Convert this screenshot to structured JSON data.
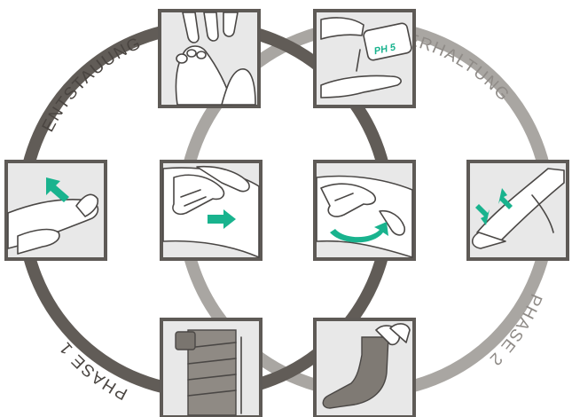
{
  "colors": {
    "ring_dark": "#615c57",
    "ring_light": "#a9a6a2",
    "frame": "#5e5a56",
    "panel": "#e8e8e8",
    "accent": "#19b38e",
    "label_dark": "#4a4541",
    "label_light": "#8f8b87"
  },
  "labels": {
    "entstauung": "ENTSTAUUNG",
    "erhaltung": "ERHALTUNG",
    "phase1": "PHASE 1",
    "phase2": "PHASE 2",
    "bottle": "PH 5"
  },
  "panels": [
    {
      "id": "foot-massage",
      "icon": "foot-massage-icon"
    },
    {
      "id": "skin-care",
      "icon": "lotion-bottle-icon"
    },
    {
      "id": "leg-lymph-drainage",
      "icon": "leg-drainage-icon"
    },
    {
      "id": "thigh-massage",
      "icon": "thigh-push-icon"
    },
    {
      "id": "circular-massage",
      "icon": "circular-massage-icon"
    },
    {
      "id": "leg-exercise",
      "icon": "leg-exercise-icon"
    },
    {
      "id": "compression-bandage",
      "icon": "bandage-icon"
    },
    {
      "id": "compression-stocking",
      "icon": "stocking-icon"
    }
  ]
}
